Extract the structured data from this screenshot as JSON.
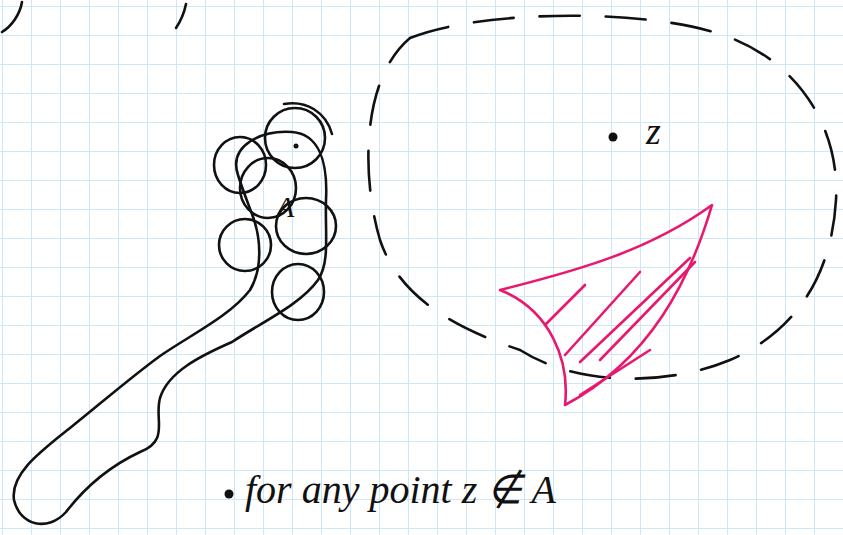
{
  "diagram": {
    "labels": [
      "A",
      "z",
      "for any point z ∉ A"
    ]
  }
}
